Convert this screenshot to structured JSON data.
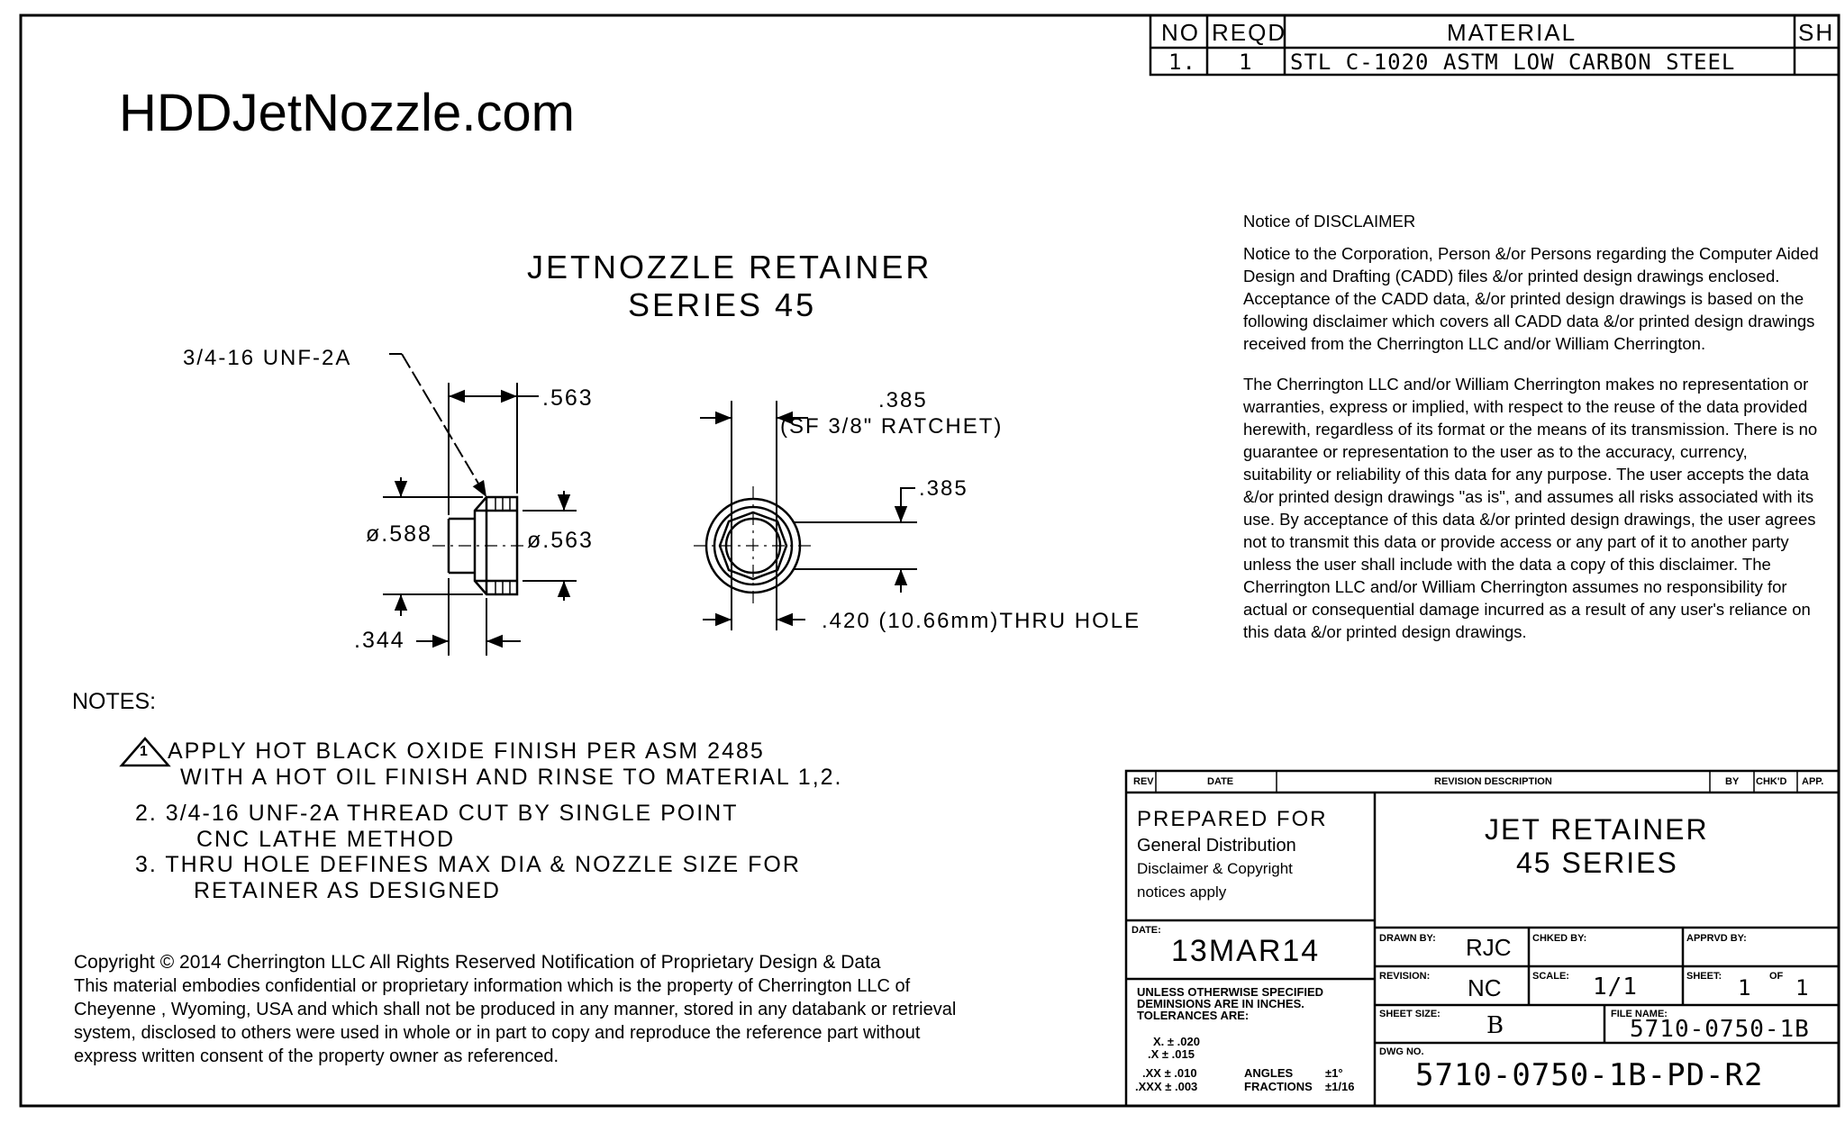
{
  "site_title": "HDDJetNozzle.com",
  "material_block": {
    "headers": {
      "no": "NO",
      "reqd": "REQD",
      "material": "MATERIAL",
      "sh": "SH"
    },
    "row": {
      "no": "1.",
      "reqd": "1",
      "material": "STL C-1020 ASTM LOW CARBON STEEL",
      "sh": ""
    }
  },
  "drawing_title": {
    "line1": "JETNOZZLE RETAINER",
    "line2": "SERIES 45"
  },
  "dimensions": {
    "thread_callout": "3/4-16 UNF-2A",
    "d563_top": ".563",
    "dia_588": "ø.588",
    "dia_563": "ø.563",
    "d344": ".344",
    "d385_top": ".385",
    "ratchet": "(SF 3/8\" RATCHET)",
    "d385_side": ".385",
    "thru_hole": ".420 (10.66mm)THRU HOLE"
  },
  "notes": {
    "heading": "NOTES:",
    "note1_flag": "1",
    "note1_line1": "APPLY HOT BLACK OXIDE FINISH PER ASM 2485",
    "note1_line2": "WITH A HOT OIL FINISH AND RINSE TO MATERIAL 1,2.",
    "note2_line1": "2. 3/4-16 UNF-2A THREAD CUT BY SINGLE POINT",
    "note2_line2": "CNC LATHE METHOD",
    "note3_line1": "3. THRU HOLE DEFINES MAX DIA & NOZZLE SIZE FOR",
    "note3_line2": "RETAINER AS DESIGNED"
  },
  "disclaimer": {
    "heading": "Notice of DISCLAIMER",
    "para1": "Notice to the Corporation, Person &/or Persons regarding the Computer Aided Design and Drafting (CADD) files &/or printed design drawings enclosed. Acceptance of the CADD data, &/or printed design drawings is based on the following disclaimer which covers all CADD data &/or printed design drawings received from the Cherrington LLC and/or William Cherrington.",
    "para2": "The Cherrington LLC and/or William Cherrington makes no representation or warranties, express or implied, with respect to the reuse of the data provided herewith, regardless of its format or the means of its transmission. There is no guarantee or representation to the user as to the accuracy, currency, suitability or reliability of this data for any purpose. The user accepts the data &/or printed design drawings \"as is\", and assumes all risks associated with its use. By acceptance of this data &/or printed design drawings, the user agrees not to transmit this data or provide access or any part of it to another party unless the user shall include with the data a copy of this disclaimer. The Cherrington LLC and/or William Cherrington assumes no responsibility for actual or consequential damage incurred as a result of any user's reliance on this data &/or printed design drawings."
  },
  "copyright": {
    "line1": "Copyright © 2014 Cherrington LLC All Rights Reserved Notification of Proprietary Design & Data",
    "line2": "This material embodies confidential or proprietary information which is the property of Cherrington LLC of",
    "line3": "Cheyenne , Wyoming, USA and which shall not be produced in any manner, stored in any databank or retrieval",
    "line4": "system, disclosed to others were used in whole or in part to copy and reproduce the reference part without",
    "line5": "express written consent of the property owner as referenced."
  },
  "title_block": {
    "rev_header": "REV",
    "date_header": "DATE",
    "revision_description_header": "REVISION DESCRIPTION",
    "by_header": "BY",
    "chkd_header": "CHK'D",
    "app_header": "APP.",
    "prepared_for_label": "PREPARED FOR",
    "prepared_for_line1": "General Distribution",
    "prepared_for_line2": "Disclaimer & Copyright",
    "prepared_for_line3": "notices apply",
    "title_line1": "JET RETAINER",
    "title_line2": "45 SERIES",
    "date_label": "DATE:",
    "date_value": "13MAR14",
    "drawn_by_label": "DRAWN BY:",
    "drawn_by_value": "RJC",
    "chked_by_label": "CHKED BY:",
    "chked_by_value": "",
    "apprvd_by_label": "APPRVD BY:",
    "apprvd_by_value": "",
    "revision_label": "REVISION:",
    "revision_value": "NC",
    "scale_label": "SCALE:",
    "scale_value": "1/1",
    "sheet_label": "SHEET:",
    "sheet_value": "1",
    "sheet_of_label": "OF",
    "sheet_total": "1",
    "sheet_size_label": "SHEET SIZE:",
    "sheet_size_value": "B",
    "file_name_label": "FILE NAME:",
    "file_name_value": "5710-0750-1B",
    "dwg_no_label": "DWG NO.",
    "dwg_no_value": "5710-0750-1B-PD-R2",
    "tolerance_line1": "UNLESS OTHERWISE SPECIFIED",
    "tolerance_line2": "DEMINSIONS ARE IN INCHES.",
    "tolerance_line3": "TOLERANCES ARE:",
    "tol_x": "X. ± .020",
    "tol_xx": ".X ± .015",
    "tol_xxx": ".XX ± .010",
    "tol_xxxx": ".XXX ± .003",
    "angles_label": "ANGLES",
    "angles_value": "±1°",
    "fractions_label": "FRACTIONS",
    "fractions_value": "±1/16"
  }
}
